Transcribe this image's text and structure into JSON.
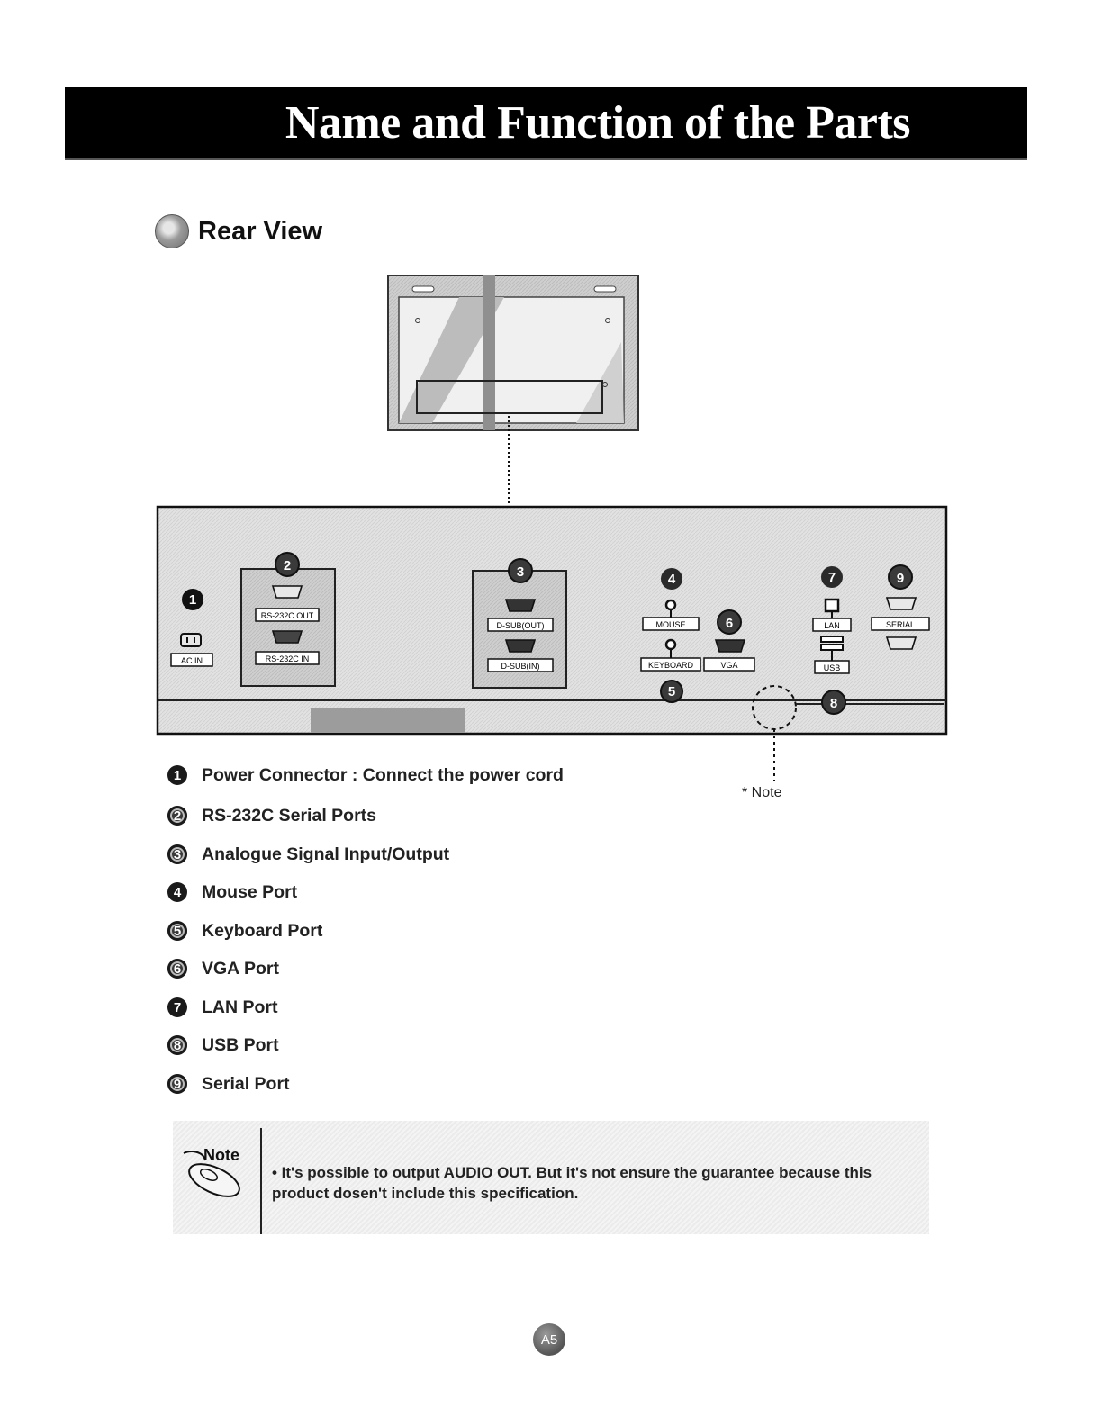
{
  "header": {
    "title": "Name and Function of the Parts"
  },
  "section": {
    "title": "Rear View"
  },
  "diagram": {
    "ports": {
      "ac_in": "AC IN",
      "rs232c_out": "RS-232C OUT",
      "rs232c_in": "RS-232C IN",
      "dsub_out": "D-SUB(OUT)",
      "dsub_in": "D-SUB(IN)",
      "mouse": "MOUSE",
      "keyboard": "KEYBOARD",
      "vga": "VGA",
      "lan": "LAN",
      "usb": "USB",
      "serial": "SERIAL"
    },
    "callouts": [
      "1",
      "2",
      "3",
      "4",
      "5",
      "6",
      "7",
      "8",
      "9"
    ],
    "note_ref": "* Note"
  },
  "parts": [
    {
      "num": "1",
      "label": "Power Connector : Connect the power cord"
    },
    {
      "num": "2",
      "label": "RS-232C Serial Ports"
    },
    {
      "num": "3",
      "label": "Analogue Signal Input/Output"
    },
    {
      "num": "4",
      "label": "Mouse Port"
    },
    {
      "num": "5",
      "label": "Keyboard Port"
    },
    {
      "num": "6",
      "label": "VGA Port"
    },
    {
      "num": "7",
      "label": "LAN Port"
    },
    {
      "num": "8",
      "label": "USB Port"
    },
    {
      "num": "9",
      "label": "Serial Port"
    }
  ],
  "note": {
    "label": "Note",
    "text": "• It's possible to output AUDIO OUT. But it's not ensure the guarantee because this product dosen't include this specification."
  },
  "page": {
    "number": "A5"
  }
}
